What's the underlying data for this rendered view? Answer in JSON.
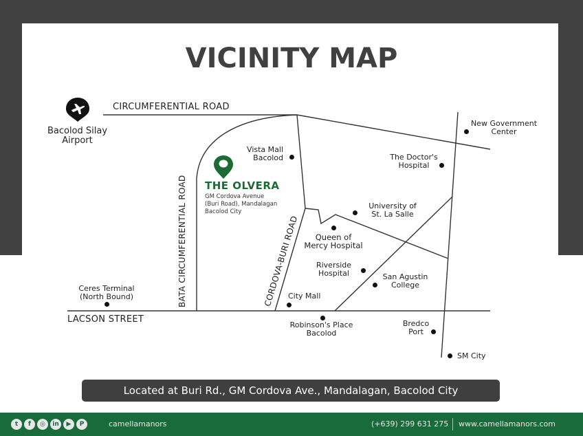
{
  "title": "VICINITY MAP",
  "roads": {
    "circumferential": "CIRCUMFERENTIAL ROAD",
    "bata_circumferential": "BATA CIRCUMFERENTIAL ROAD",
    "cordova_buri": "CORDOVA-BURI ROAD",
    "lacson": "LACSON STREET"
  },
  "airport": {
    "line1": "Bacolod Silay",
    "line2": "Airport",
    "icon": "airplane-pin-icon"
  },
  "property": {
    "name": "THE OLVERA",
    "address_line1": "GM Cordova Avenue",
    "address_line2": "(Buri Road), Mandalagan",
    "address_line3": "Bacolod City",
    "icon": "location-pin-icon",
    "color": "#1c6b34"
  },
  "landmarks": [
    {
      "line1": "Vista Mall",
      "line2": "Bacolod"
    },
    {
      "line1": "New Government",
      "line2": "Center"
    },
    {
      "line1": "The Doctor's",
      "line2": "Hospital"
    },
    {
      "line1": "University of",
      "line2": "St. La Salle"
    },
    {
      "line1": "Queen of",
      "line2": "Mercy Hospital"
    },
    {
      "line1": "Riverside",
      "line2": "Hospital"
    },
    {
      "line1": "San Agustin",
      "line2": "College"
    },
    {
      "line1": "City Mall",
      "line2": ""
    },
    {
      "line1": "Ceres Terminal",
      "line2": "(North Bound)"
    },
    {
      "line1": "Robinson's Place",
      "line2": "Bacolod"
    },
    {
      "line1": "Bredco",
      "line2": "Port"
    },
    {
      "line1": "SM City",
      "line2": ""
    }
  ],
  "banner": "Located at Buri Rd., GM Cordova Ave., Mandalagan, Bacolod City",
  "footer": {
    "socials": [
      {
        "name": "twitter",
        "glyph": "t"
      },
      {
        "name": "facebook",
        "glyph": "f"
      },
      {
        "name": "instagram",
        "glyph": "◎"
      },
      {
        "name": "linkedin",
        "glyph": "in"
      },
      {
        "name": "youtube",
        "glyph": "▶"
      },
      {
        "name": "pinterest",
        "glyph": "P"
      }
    ],
    "handle": "camellamanors",
    "phone": "(+639) 299 631 275",
    "website": "www.camellamanors.com"
  },
  "colors": {
    "frame": "#414141",
    "footer": "#1a6b3c",
    "banner": "#3f3f3f",
    "accent": "#1c6b34"
  }
}
